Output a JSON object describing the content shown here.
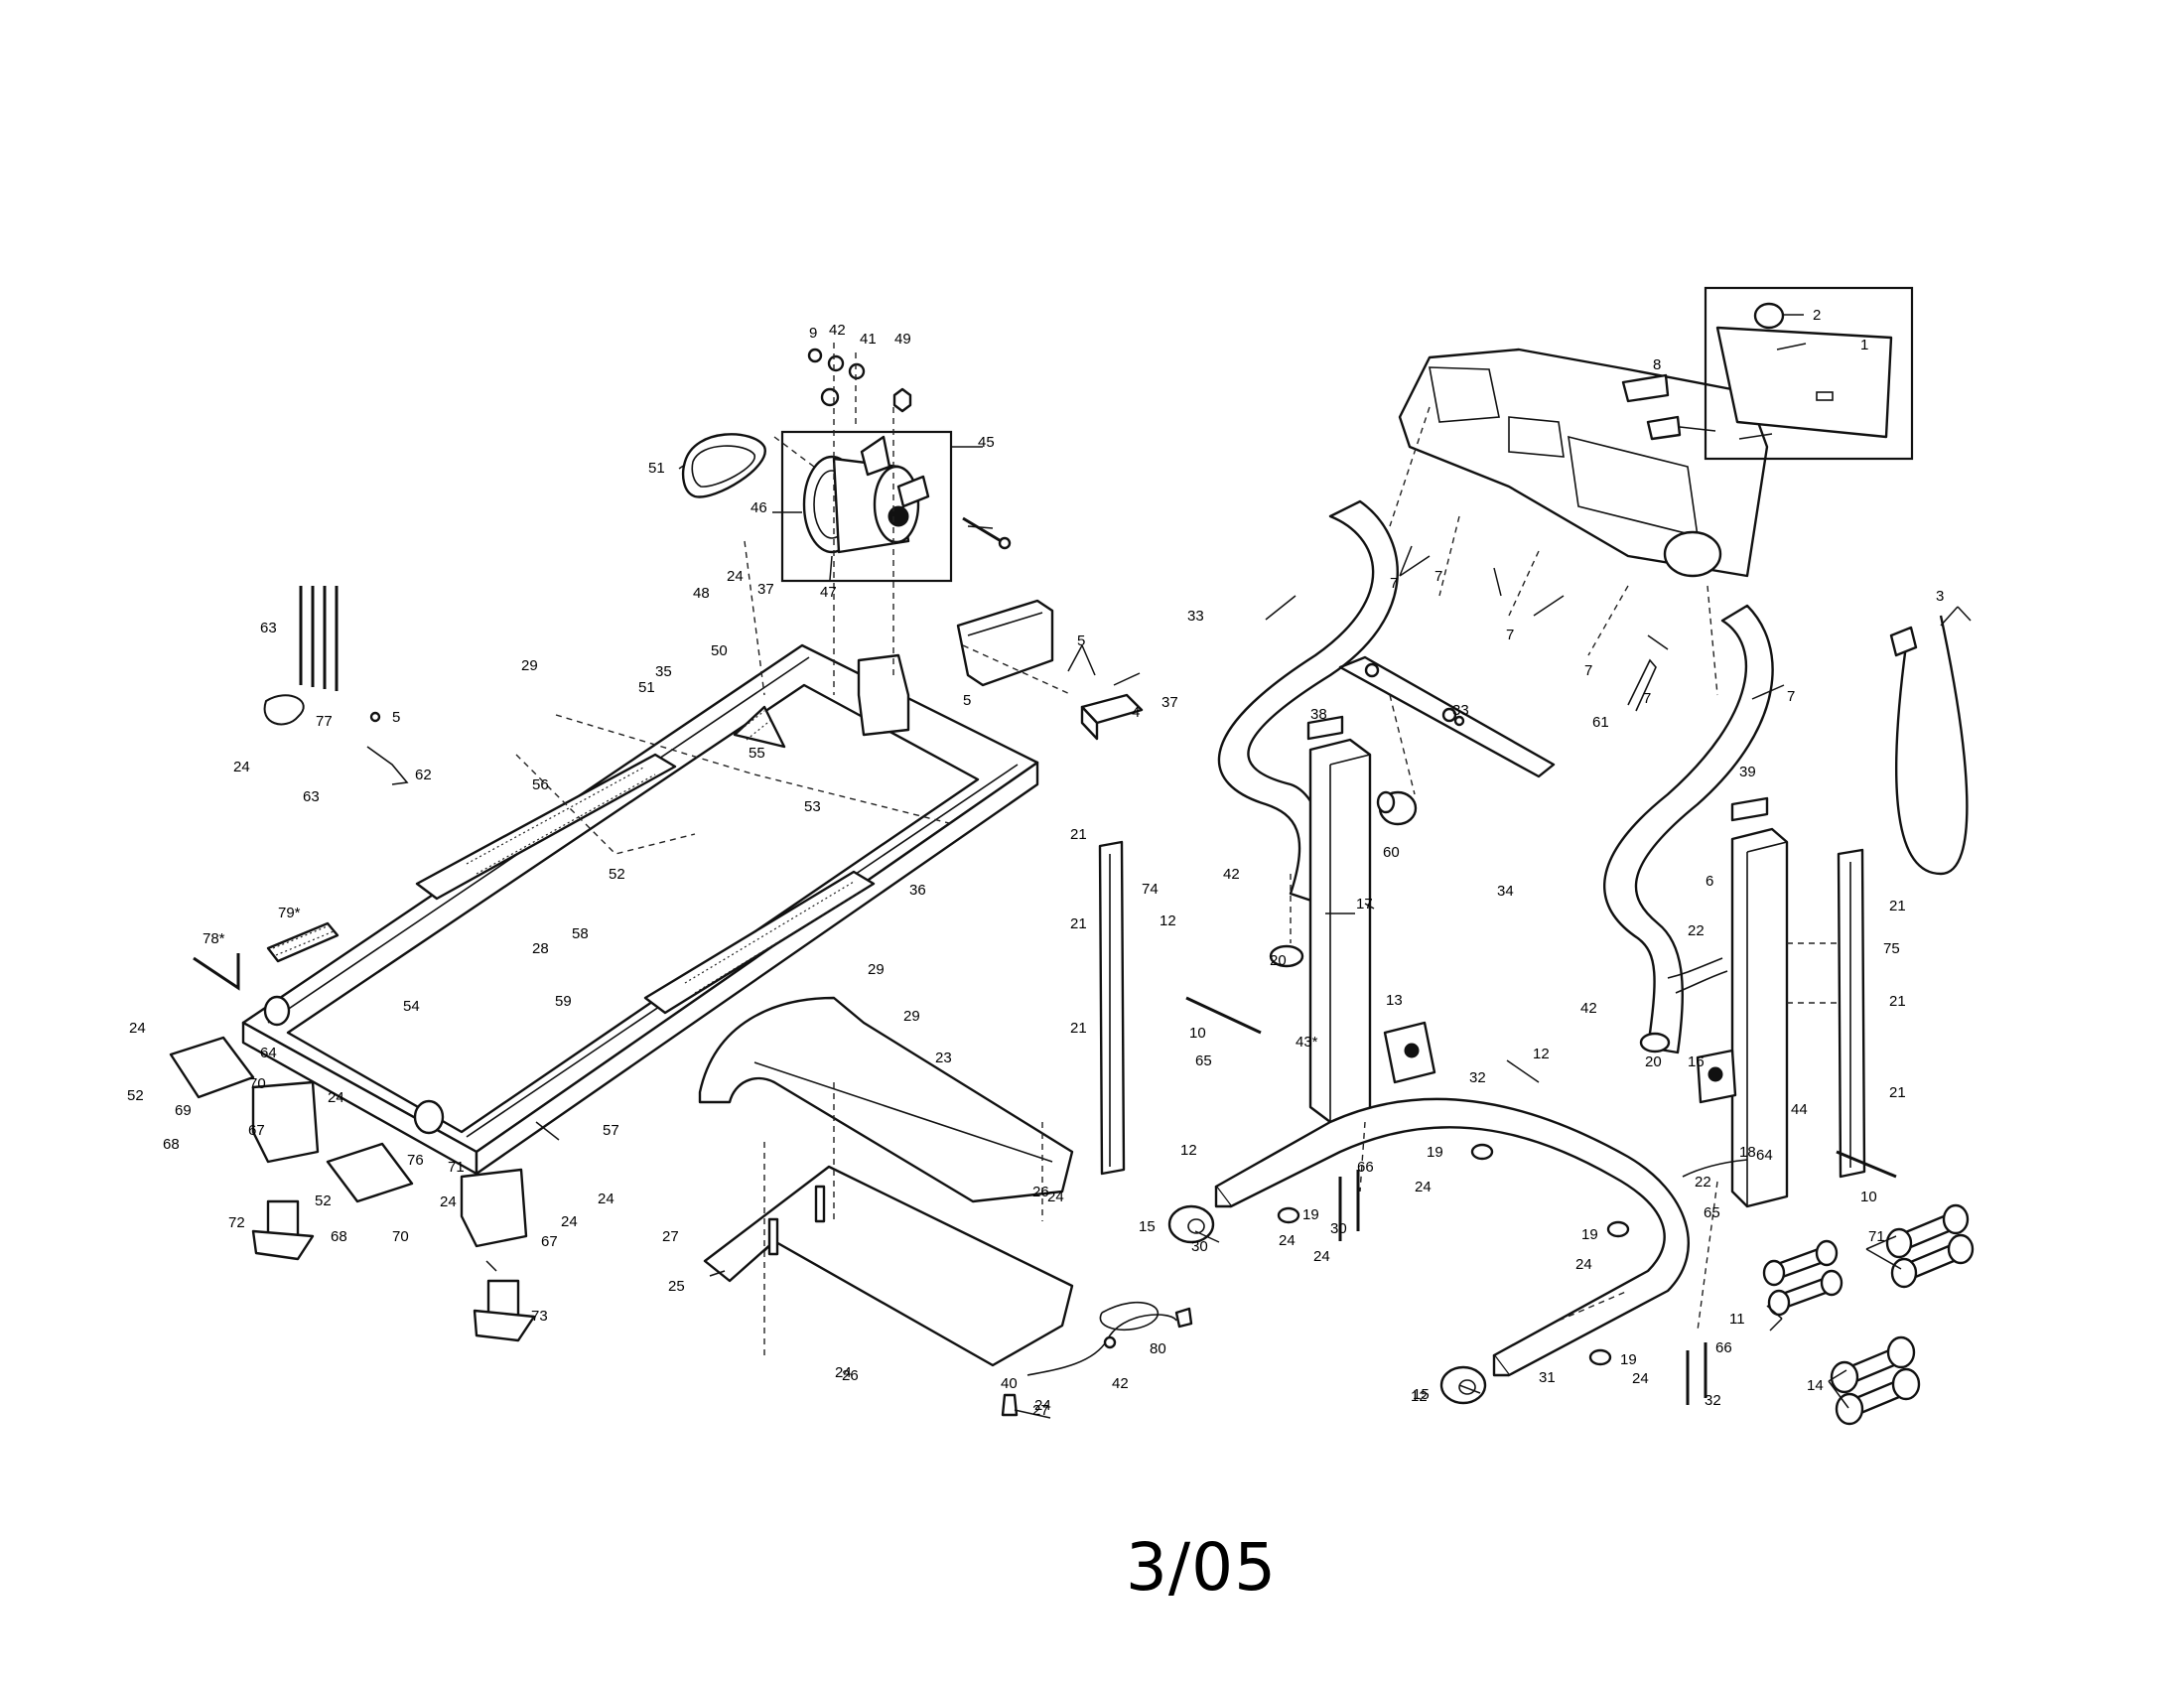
{
  "page_label": "3/05",
  "callouts": [
    {
      "key": "c1",
      "text": "1"
    },
    {
      "key": "c2",
      "text": "2"
    },
    {
      "key": "c3",
      "text": "3"
    },
    {
      "key": "c4",
      "text": "4"
    },
    {
      "key": "c5a",
      "text": "5"
    },
    {
      "key": "c5b",
      "text": "5"
    },
    {
      "key": "c5c",
      "text": "5"
    },
    {
      "key": "c6",
      "text": "6"
    },
    {
      "key": "c7a",
      "text": "7"
    },
    {
      "key": "c7b",
      "text": "7"
    },
    {
      "key": "c7c",
      "text": "7"
    },
    {
      "key": "c7d",
      "text": "7"
    },
    {
      "key": "c7e",
      "text": "7"
    },
    {
      "key": "c7f",
      "text": "7"
    },
    {
      "key": "c8",
      "text": "8"
    },
    {
      "key": "c9",
      "text": "9"
    },
    {
      "key": "c10a",
      "text": "10"
    },
    {
      "key": "c10b",
      "text": "10"
    },
    {
      "key": "c11",
      "text": "11"
    },
    {
      "key": "c12a",
      "text": "12"
    },
    {
      "key": "c12b",
      "text": "12"
    },
    {
      "key": "c12c",
      "text": "12"
    },
    {
      "key": "c12d",
      "text": "12"
    },
    {
      "key": "c13",
      "text": "13"
    },
    {
      "key": "c14",
      "text": "14"
    },
    {
      "key": "c15a",
      "text": "15"
    },
    {
      "key": "c15b",
      "text": "15"
    },
    {
      "key": "c16",
      "text": "16"
    },
    {
      "key": "c17",
      "text": "17"
    },
    {
      "key": "c18",
      "text": "18"
    },
    {
      "key": "c19a",
      "text": "19"
    },
    {
      "key": "c19b",
      "text": "19"
    },
    {
      "key": "c19c",
      "text": "19"
    },
    {
      "key": "c19d",
      "text": "19"
    },
    {
      "key": "c20a",
      "text": "20"
    },
    {
      "key": "c20b",
      "text": "20"
    },
    {
      "key": "c21a",
      "text": "21"
    },
    {
      "key": "c21b",
      "text": "21"
    },
    {
      "key": "c21c",
      "text": "21"
    },
    {
      "key": "c21d",
      "text": "21"
    },
    {
      "key": "c21e",
      "text": "21"
    },
    {
      "key": "c21f",
      "text": "21"
    },
    {
      "key": "c22a",
      "text": "22"
    },
    {
      "key": "c22b",
      "text": "22"
    },
    {
      "key": "c23",
      "text": "23"
    },
    {
      "key": "c24a",
      "text": "24"
    },
    {
      "key": "c24b",
      "text": "24"
    },
    {
      "key": "c24c",
      "text": "24"
    },
    {
      "key": "c24d",
      "text": "24"
    },
    {
      "key": "c24e",
      "text": "24"
    },
    {
      "key": "c24f",
      "text": "24"
    },
    {
      "key": "c24g",
      "text": "24"
    },
    {
      "key": "c24h",
      "text": "24"
    },
    {
      "key": "c24i",
      "text": "24"
    },
    {
      "key": "c24j",
      "text": "24"
    },
    {
      "key": "c24k",
      "text": "24"
    },
    {
      "key": "c24l",
      "text": "24"
    },
    {
      "key": "c24m",
      "text": "24"
    },
    {
      "key": "c24n",
      "text": "24"
    },
    {
      "key": "c24o",
      "text": "24"
    },
    {
      "key": "c25",
      "text": "25"
    },
    {
      "key": "c26a",
      "text": "26"
    },
    {
      "key": "c26b",
      "text": "26"
    },
    {
      "key": "c27a",
      "text": "27"
    },
    {
      "key": "c27b",
      "text": "27"
    },
    {
      "key": "c28",
      "text": "28"
    },
    {
      "key": "c29a",
      "text": "29"
    },
    {
      "key": "c29b",
      "text": "29"
    },
    {
      "key": "c29c",
      "text": "29"
    },
    {
      "key": "c30a",
      "text": "30"
    },
    {
      "key": "c30b",
      "text": "30"
    },
    {
      "key": "c31",
      "text": "31"
    },
    {
      "key": "c32a",
      "text": "32"
    },
    {
      "key": "c32b",
      "text": "32"
    },
    {
      "key": "c33a",
      "text": "33"
    },
    {
      "key": "c33b",
      "text": "33"
    },
    {
      "key": "c34",
      "text": "34"
    },
    {
      "key": "c35",
      "text": "35"
    },
    {
      "key": "c36",
      "text": "36"
    },
    {
      "key": "c37a",
      "text": "37"
    },
    {
      "key": "c37b",
      "text": "37"
    },
    {
      "key": "c38",
      "text": "38"
    },
    {
      "key": "c39",
      "text": "39"
    },
    {
      "key": "c40",
      "text": "40"
    },
    {
      "key": "c41",
      "text": "41"
    },
    {
      "key": "c42a",
      "text": "42"
    },
    {
      "key": "c42b",
      "text": "42"
    },
    {
      "key": "c42c",
      "text": "42"
    },
    {
      "key": "c42d",
      "text": "42"
    },
    {
      "key": "c43",
      "text": "43*"
    },
    {
      "key": "c44",
      "text": "44"
    },
    {
      "key": "c45",
      "text": "45"
    },
    {
      "key": "c46",
      "text": "46"
    },
    {
      "key": "c47",
      "text": "47"
    },
    {
      "key": "c48",
      "text": "48"
    },
    {
      "key": "c49",
      "text": "49"
    },
    {
      "key": "c50",
      "text": "50"
    },
    {
      "key": "c51a",
      "text": "51"
    },
    {
      "key": "c51b",
      "text": "51"
    },
    {
      "key": "c52a",
      "text": "52"
    },
    {
      "key": "c52b",
      "text": "52"
    },
    {
      "key": "c52c",
      "text": "52"
    },
    {
      "key": "c53",
      "text": "53"
    },
    {
      "key": "c54",
      "text": "54"
    },
    {
      "key": "c55",
      "text": "55"
    },
    {
      "key": "c56",
      "text": "56"
    },
    {
      "key": "c57",
      "text": "57"
    },
    {
      "key": "c58",
      "text": "58"
    },
    {
      "key": "c59",
      "text": "59"
    },
    {
      "key": "c60",
      "text": "60"
    },
    {
      "key": "c61",
      "text": "61"
    },
    {
      "key": "c62",
      "text": "62"
    },
    {
      "key": "c63a",
      "text": "63"
    },
    {
      "key": "c63b",
      "text": "63"
    },
    {
      "key": "c64a",
      "text": "64"
    },
    {
      "key": "c64b",
      "text": "64"
    },
    {
      "key": "c65a",
      "text": "65"
    },
    {
      "key": "c65b",
      "text": "65"
    },
    {
      "key": "c66a",
      "text": "66"
    },
    {
      "key": "c66b",
      "text": "66"
    },
    {
      "key": "c67a",
      "text": "67"
    },
    {
      "key": "c67b",
      "text": "67"
    },
    {
      "key": "c68a",
      "text": "68"
    },
    {
      "key": "c68b",
      "text": "68"
    },
    {
      "key": "c69",
      "text": "69"
    },
    {
      "key": "c70a",
      "text": "70"
    },
    {
      "key": "c70b",
      "text": "70"
    },
    {
      "key": "c71a",
      "text": "71"
    },
    {
      "key": "c71b",
      "text": "71"
    },
    {
      "key": "c72",
      "text": "72"
    },
    {
      "key": "c73",
      "text": "73"
    },
    {
      "key": "c74",
      "text": "74"
    },
    {
      "key": "c75",
      "text": "75"
    },
    {
      "key": "c76",
      "text": "76"
    },
    {
      "key": "c77",
      "text": "77"
    },
    {
      "key": "c78",
      "text": "78*"
    },
    {
      "key": "c79",
      "text": "79*"
    },
    {
      "key": "c80",
      "text": "80"
    }
  ]
}
